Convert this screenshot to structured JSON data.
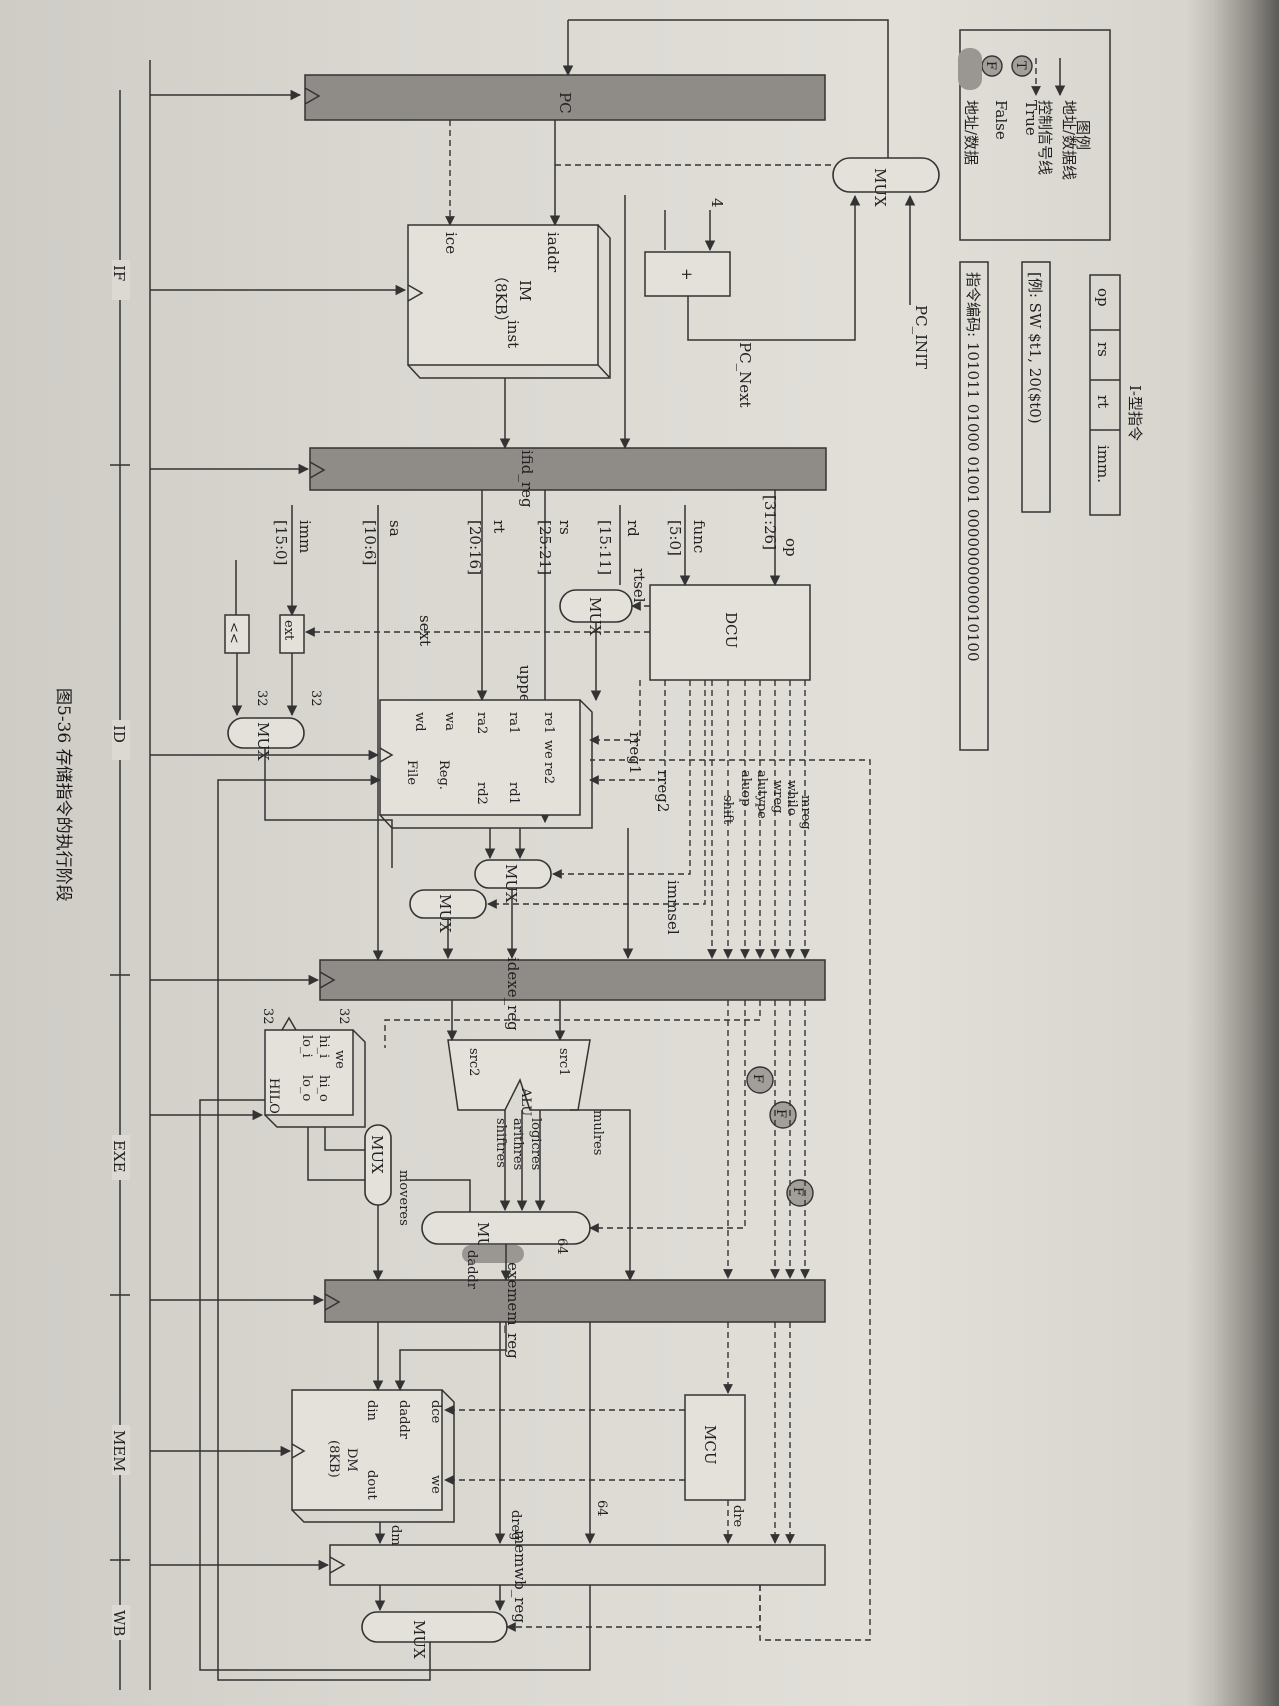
{
  "legend": {
    "title": "图例",
    "data_line": "地址/数据线",
    "control_line": "控制信号线",
    "true_symbol": "T",
    "true_label": "True",
    "false_symbol": "F",
    "false_label": "False",
    "addr_data_label": "地址/数据"
  },
  "itype": {
    "title": "I-型指令",
    "fields": [
      "op",
      "rs",
      "rt",
      "imm."
    ],
    "example": "[例: SW $t1, 20($t0)",
    "encoding": "指令编码: 101011 01000 01001 0000000000010100"
  },
  "blocks": {
    "pc": "PC",
    "ifid": "ifid_reg",
    "idexe": "idexe_reg",
    "exemem": "exemem_reg",
    "memwb": "memwb_reg",
    "im_name": "IM",
    "im_size": "（8KB）",
    "im_iaddr": "iaddr",
    "im_ice": "ice",
    "im_inst": "inst",
    "dcu": "DCU",
    "mcu": "MCU",
    "regfile_name": "Reg.",
    "regfile_file": "File",
    "hilo": "HILO",
    "dm_name": "DM",
    "dm_size": "(8KB)",
    "alu": "ALU",
    "adder": "+",
    "ext": "ext",
    "shl": "<<"
  },
  "mux": "MUX",
  "signals": {
    "pc_next": "PC_Next",
    "pc_init": "PC_INIT",
    "four": "4",
    "op": "op",
    "op_bits": "[31:26]",
    "func": "func",
    "func_bits": "[5:0]",
    "rd": "rd",
    "rd_bits": "[15:11]",
    "rs": "rs",
    "rs_bits": "[25:21]",
    "rt": "rt",
    "rt_bits": "[20:16]",
    "sa": "sa",
    "sa_bits": "[10:6]",
    "imm": "imm",
    "imm_bits": "[15:0]",
    "rtsel": "rtsel",
    "sext": "sext",
    "upper": "upper",
    "rreg1": "rreg1",
    "rreg2": "rreg2",
    "mreg": "mreg",
    "whilo": "whilo",
    "wreg": "wreg",
    "aluype": "alutype",
    "aluop": "aluop",
    "shift": "shift",
    "immsel": "immsel",
    "re1": "re1",
    "we": "we",
    "re2": "re2",
    "ra1": "ra1",
    "ra2": "ra2",
    "wa": "wa",
    "wd": "wd",
    "rd1": "rd1",
    "rd2": "rd2",
    "src1": "src1",
    "src2": "src2",
    "logicres": "logicres",
    "arithres": "arithres",
    "shiftres": "shiftres",
    "mulres": "mulres",
    "moveres": "moveres",
    "daddr": "daddr",
    "n64": "64",
    "n32": "32",
    "hi_i": "hi_i",
    "lo_i": "lo_i",
    "hi_o": "hi_o",
    "lo_o": "lo_o",
    "dce": "dce",
    "dm_daddr": "daddr",
    "din": "din",
    "dout": "dout",
    "dre": "dre",
    "dreg": "dreg",
    "dm": "dm"
  },
  "stages": [
    "IF",
    "ID",
    "EXE",
    "MEM",
    "WB"
  ],
  "caption": "图5-36  存储指令的执行阶段"
}
